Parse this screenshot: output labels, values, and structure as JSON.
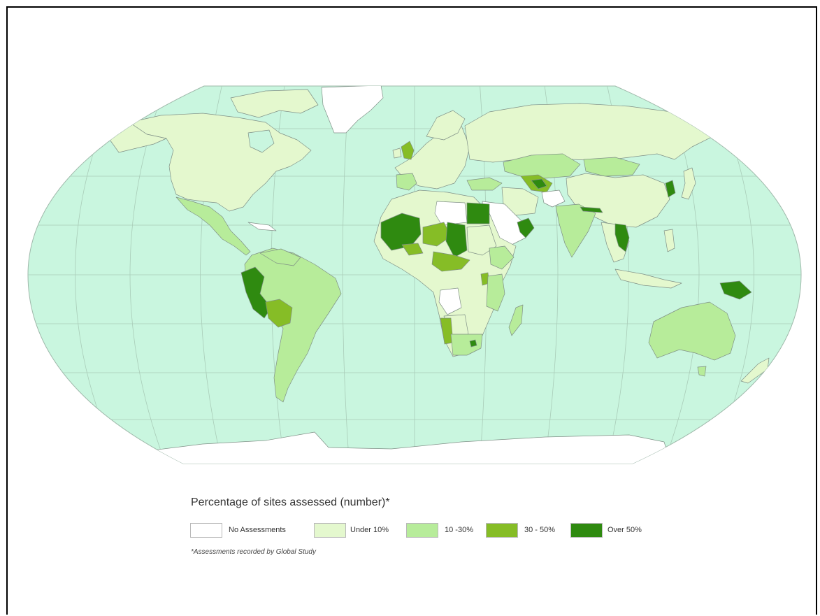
{
  "legend": {
    "title": "Percentage of sites assessed (number)*",
    "items": [
      {
        "label": "No Assessments",
        "color": "#ffffff"
      },
      {
        "label": "Under 10%",
        "color": "#e4f8ce"
      },
      {
        "label": "10 -30%",
        "color": "#b7ec9a"
      },
      {
        "label": "30 - 50%",
        "color": "#86bd26"
      },
      {
        "label": "Over 50%",
        "color": "#2f8a10"
      }
    ],
    "footnote": "*Assessments recorded by Global Study"
  },
  "colors": {
    "ocean": "#c9f6df",
    "graticule": "#a9ccb8",
    "coast": "#7f8f86"
  }
}
